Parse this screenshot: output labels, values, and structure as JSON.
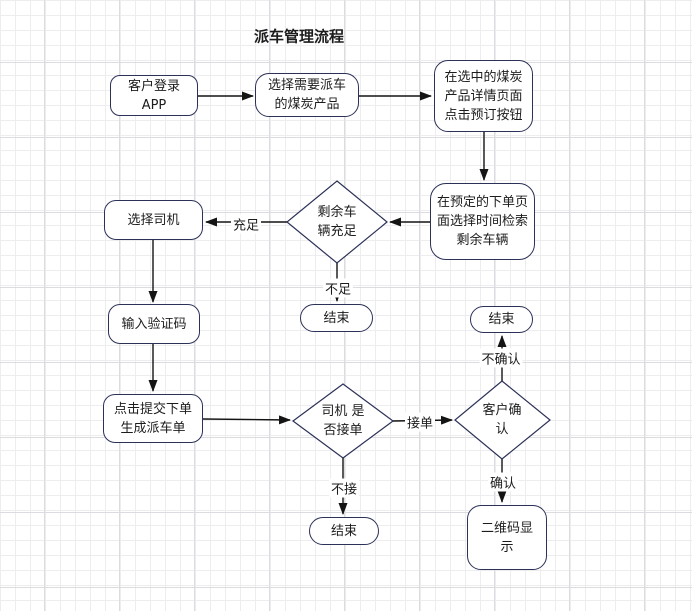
{
  "title": "派车管理流程",
  "colors": {
    "shape_border": "#2c3158",
    "arrow": "#141414",
    "text": "#1c1c1c",
    "shape_fill": "#ffffff",
    "grid_minor": "#ededf0",
    "grid_major": "#dcdce0"
  },
  "nodes": {
    "login": {
      "lines": [
        "客户登录",
        "APP"
      ]
    },
    "select_product": {
      "lines": [
        "选择需要派车",
        "的煤炭产品"
      ]
    },
    "click_reserve": {
      "lines": [
        "在选中的煤炭",
        "产品详情页面",
        "点击预订按钮"
      ]
    },
    "search_vehicles": {
      "lines": [
        "在预定的下单页",
        "面选择时间检索",
        "剩余车辆"
      ]
    },
    "vehicles_sufficient": {
      "lines": [
        "剩余车",
        "辆充足"
      ]
    },
    "select_driver": {
      "lines": [
        "选择司机"
      ]
    },
    "end_vehicles": {
      "lines": [
        "结束"
      ]
    },
    "enter_code": {
      "lines": [
        "输入验证码"
      ]
    },
    "submit_order": {
      "lines": [
        "点击提交下单",
        "生成派车单"
      ]
    },
    "driver_accept": {
      "lines": [
        "司机 是",
        "否接单"
      ]
    },
    "end_driver": {
      "lines": [
        "结束"
      ]
    },
    "customer_confirm": {
      "lines": [
        "客户确",
        "认"
      ]
    },
    "end_customer": {
      "lines": [
        "结束"
      ]
    },
    "qr_display": {
      "lines": [
        "二维码显",
        "示"
      ]
    }
  },
  "edge_labels": {
    "sufficient": "充足",
    "insufficient": "不足",
    "accept": "接单",
    "reject": "不接",
    "confirm": "确认",
    "not_confirm": "不确认"
  }
}
